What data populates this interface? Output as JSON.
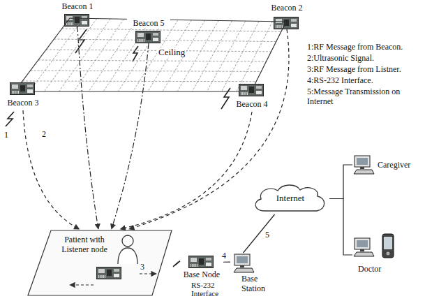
{
  "diagram": {
    "nodes": [
      {
        "text": [
          "Beacon 1"
        ]
      },
      {
        "text": [
          "Beacon 2"
        ]
      },
      {
        "text": [
          "Ceiling"
        ]
      },
      {
        "text": [
          "Beacon 5"
        ]
      },
      {
        "text": [
          "Beacon 3"
        ]
      },
      {
        "text": [
          "Beacon 4"
        ]
      },
      {
        "text": [
          "Patient with Listener node"
        ]
      },
      {
        "text": [
          "Internet"
        ]
      },
      {
        "text": [
          "Caregiver"
        ]
      },
      {
        "text": [
          "Base Node"
        ]
      },
      {
        "text": [
          "Base Station"
        ]
      },
      {
        "text": [
          "Doctor"
        ]
      }
    ],
    "edges": [
      {
        "from": 0,
        "to": 6,
        "arrow": "to"
      },
      {
        "from": 1,
        "to": 6,
        "arrow": "to"
      },
      {
        "from": 3,
        "to": 6,
        "arrow": "to"
      },
      {
        "from": 4,
        "to": 6,
        "arrow": "to"
      },
      {
        "from": 5,
        "to": 6,
        "arrow": "to"
      },
      {
        "from": 6,
        "to": 9,
        "arrow": "none"
      },
      {
        "from": 9,
        "to": 10,
        "arrow": "none"
      },
      {
        "from": 10,
        "to": 7,
        "arrow": "none"
      },
      {
        "from": 7,
        "to": 8,
        "arrow": "none"
      },
      {
        "from": 7,
        "to": 11,
        "arrow": "none"
      }
    ],
    "labels": [
      "1:RF Message from Beacon.",
      "2:Ultrasonic Signal.",
      "3:RF Message from Listner.",
      "4:RS-232 Interface.",
      "5:Message Transmission on Internet",
      "1",
      "2",
      "3",
      "4",
      "5",
      "RS-232 Interface"
    ]
  }
}
